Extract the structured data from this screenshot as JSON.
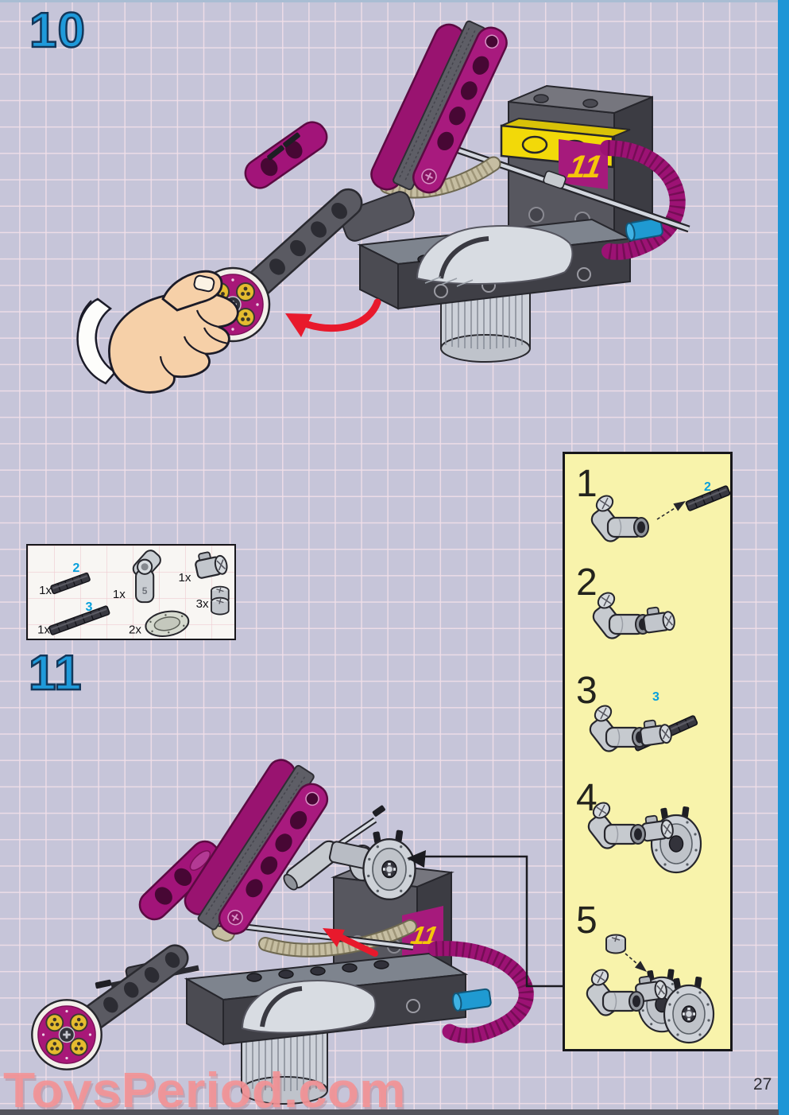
{
  "page": {
    "number": "27",
    "watermark": "ToysPeriod.com"
  },
  "steps": [
    {
      "label": "10"
    },
    {
      "label": "11"
    }
  ],
  "model": {
    "sticker_label": "11"
  },
  "parts_box": {
    "items": [
      {
        "qty": "1x",
        "callout": "2",
        "part": "technic-axle-3-black"
      },
      {
        "qty": "1x",
        "callout": "3",
        "part": "technic-axle-5-black"
      },
      {
        "qty": "1x",
        "mold_label": "5",
        "part": "technic-liftarm-bent-5"
      },
      {
        "qty": "1x",
        "part": "technic-perpendicular-axle-joiner"
      },
      {
        "qty": "3x",
        "part": "technic-bushing"
      },
      {
        "qty": "2x",
        "part": "wheel-hub-half"
      }
    ]
  },
  "substeps": [
    {
      "label": "1",
      "callout": "2"
    },
    {
      "label": "2",
      "callout": ""
    },
    {
      "label": "3",
      "callout": "3"
    },
    {
      "label": "4",
      "callout": ""
    },
    {
      "label": "5",
      "callout": ""
    }
  ],
  "colors": {
    "step_number_blue": "#1f9ada",
    "callout_blue": "#08a0dc",
    "magenta": "#a21479",
    "sidebar_yellow": "#f8f3ab",
    "arrow_red": "#e8192c",
    "watermark_pink": "#f29296",
    "page_background": "#c6c5d9",
    "edge_blue": "#1e96d6"
  }
}
